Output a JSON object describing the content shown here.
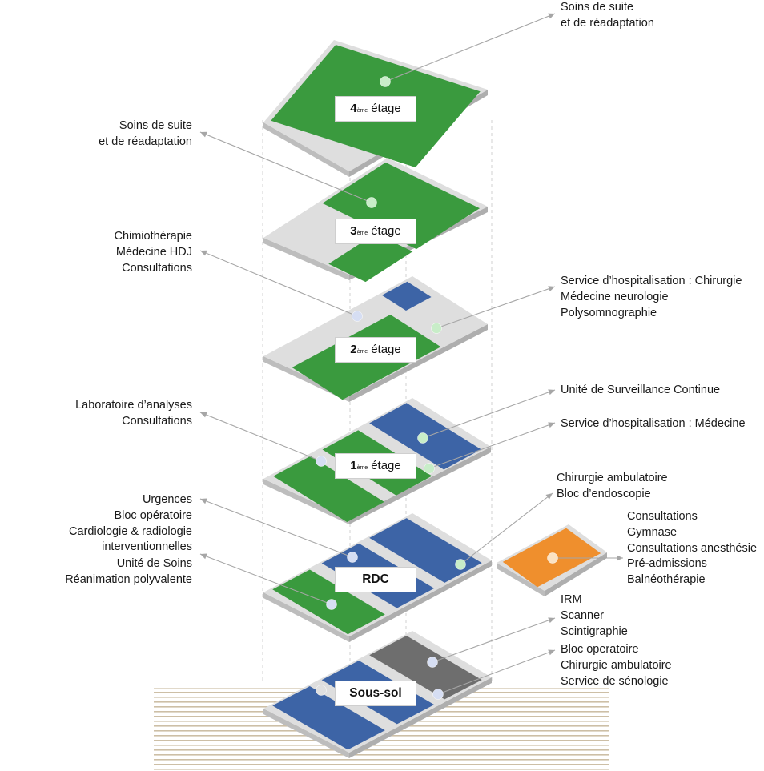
{
  "colors": {
    "green": "#3a9a3e",
    "blue": "#3d64a6",
    "orange": "#ef8f2d",
    "gray_dark": "#6e6e6e",
    "slab_light": "#dedede",
    "slab_side": "#bdbdbd",
    "line": "#a6a6a6",
    "ground_stripes": "#cdbfa6"
  },
  "floors": [
    {
      "id": "etage4",
      "num": "4",
      "sup": "ème",
      "text": "étage"
    },
    {
      "id": "etage3",
      "num": "3",
      "sup": "ème",
      "text": "étage"
    },
    {
      "id": "etage2",
      "num": "2",
      "sup": "ème",
      "text": "étage"
    },
    {
      "id": "etage1",
      "num": "1",
      "sup": "ème",
      "text": "étage"
    },
    {
      "id": "rdc",
      "text": "RDC"
    },
    {
      "id": "soussol",
      "text": "Sous-sol"
    }
  ],
  "callouts": {
    "etage4_right": [
      "Soins de suite",
      "et de réadaptation"
    ],
    "etage3_left": [
      "Soins de suite",
      "et de réadaptation"
    ],
    "etage2_left": [
      "Chimiothérapie",
      "Médecine HDJ",
      "Consultations"
    ],
    "etage2_right": [
      "Service d’hospitalisation : Chirurgie",
      "Médecine neurologie",
      "Polysomnographie"
    ],
    "etage1_left": [
      "Laboratoire d’analyses",
      "Consultations"
    ],
    "etage1_right_a": [
      "Unité de Surveillance Continue"
    ],
    "etage1_right_b": [
      "Service d’hospitalisation : Médecine"
    ],
    "rdc_left_a": [
      "Urgences",
      "Bloc opératoire",
      "Cardiologie & radiologie",
      "interventionnelles"
    ],
    "rdc_left_b": [
      "Unité de Soins",
      "Réanimation polyvalente"
    ],
    "rdc_right": [
      "Chirurgie ambulatoire",
      "Bloc d’endoscopie"
    ],
    "annex_right": [
      "Consultations",
      "Gymnase",
      "Consultations anesthésie",
      "Pré-admissions",
      "Balnéothérapie"
    ],
    "soussol_right_a": [
      "IRM",
      "Scanner",
      "Scintigraphie"
    ],
    "soussol_right_b": [
      "Bloc operatoire",
      "Chirurgie ambulatoire",
      "Service de sénologie"
    ]
  }
}
